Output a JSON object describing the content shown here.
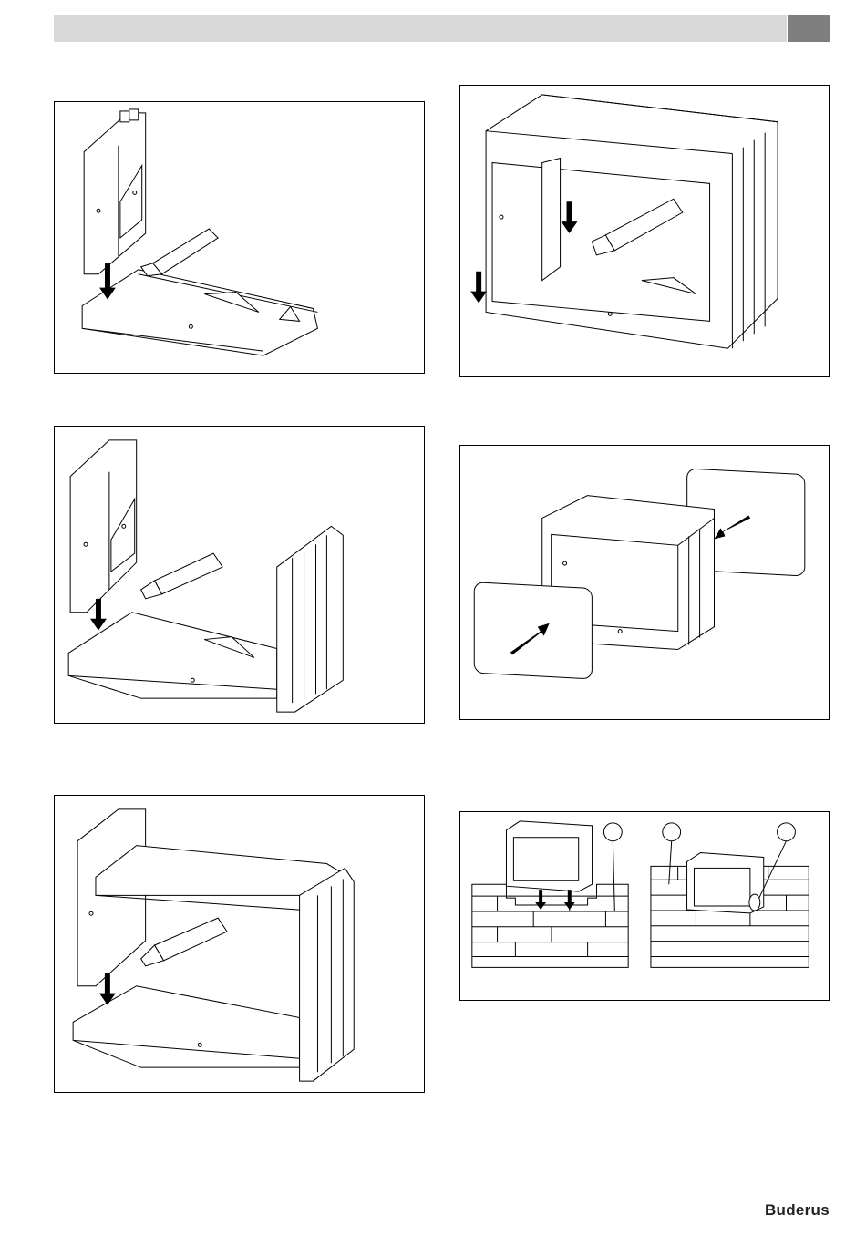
{
  "header": {
    "section_tab": ""
  },
  "figures": [
    {
      "id": "fig-1",
      "caption": ""
    },
    {
      "id": "fig-2",
      "caption": ""
    },
    {
      "id": "fig-3",
      "caption": ""
    },
    {
      "id": "fig-4",
      "caption": ""
    },
    {
      "id": "fig-5",
      "caption": ""
    },
    {
      "id": "fig-6",
      "caption": "",
      "callouts": [
        "",
        "",
        ""
      ]
    }
  ],
  "footer": {
    "brand": "Buderus"
  },
  "colors": {
    "header_bar": "#d9d9d9",
    "header_tab": "#7f7f7f",
    "line": "#000000"
  }
}
